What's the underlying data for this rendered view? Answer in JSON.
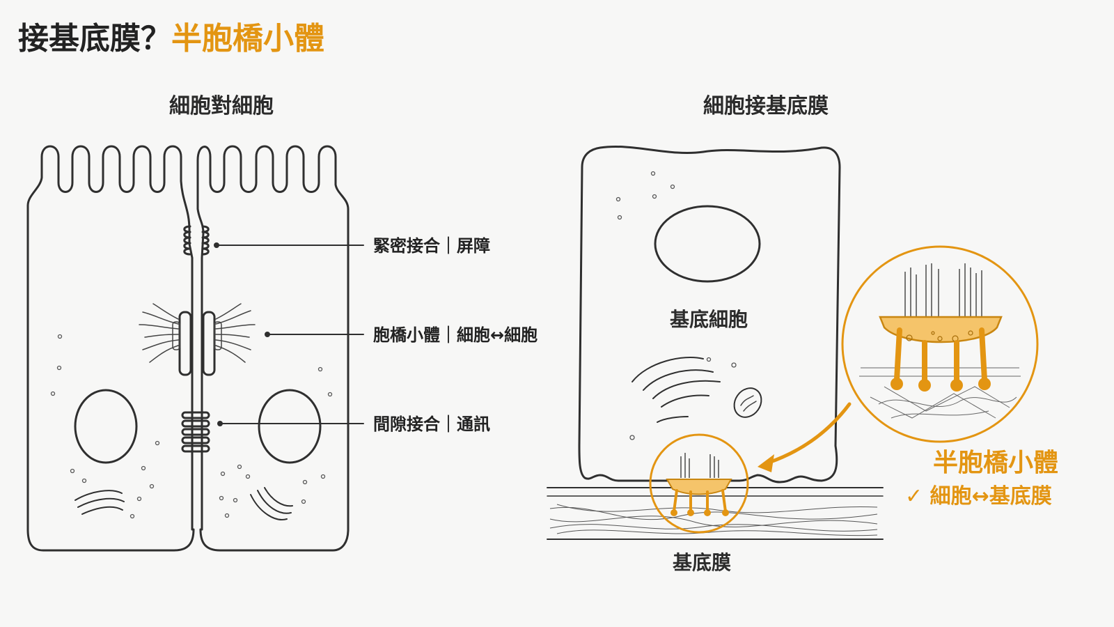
{
  "title": {
    "main": "接基底膜？",
    "accent": "半胞橋小體"
  },
  "left_panel": {
    "subtitle": "細胞對細胞",
    "callouts": [
      {
        "name": "tight-junction",
        "text": "緊密接合｜屏障"
      },
      {
        "name": "desmosome",
        "text": "胞橋小體｜細胞↔細胞"
      },
      {
        "name": "gap-junction",
        "text": "間隙接合｜通訊"
      }
    ]
  },
  "right_panel": {
    "subtitle": "細胞接基底膜",
    "cell_label": "基底細胞",
    "membrane_label": "基底膜",
    "hemidesmosome_label": "半胞橋小體",
    "hemidesmosome_caption": "✓ 細胞↔基底膜"
  },
  "colors": {
    "accent": "#e39512",
    "accent_fill": "#f5c46a",
    "line": "#2f2f2f",
    "background": "#f7f7f6"
  }
}
